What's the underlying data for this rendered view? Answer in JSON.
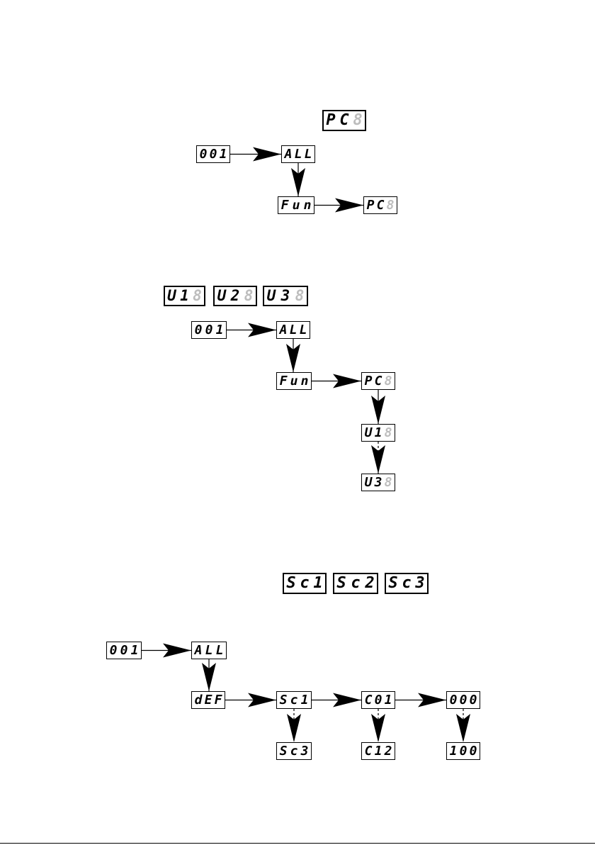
{
  "displays": [
    {
      "id": "s1-legend-pc",
      "big": true,
      "segments": [
        {
          "ch": "P",
          "on": true
        },
        {
          "ch": "C",
          "on": true
        },
        {
          "ch": "8",
          "on": false
        }
      ]
    },
    {
      "id": "s1-addr",
      "segments": [
        {
          "ch": "0",
          "on": true
        },
        {
          "ch": "0",
          "on": true
        },
        {
          "ch": "1",
          "on": true
        }
      ]
    },
    {
      "id": "s1-all",
      "segments": [
        {
          "ch": "A",
          "on": true
        },
        {
          "ch": "L",
          "on": true
        },
        {
          "ch": "L",
          "on": true
        }
      ]
    },
    {
      "id": "s1-fun",
      "segments": [
        {
          "ch": "F",
          "on": true
        },
        {
          "ch": "u",
          "on": true
        },
        {
          "ch": "n",
          "on": true
        }
      ]
    },
    {
      "id": "s1-pc",
      "segments": [
        {
          "ch": "P",
          "on": true
        },
        {
          "ch": "C",
          "on": true
        },
        {
          "ch": "8",
          "on": false
        }
      ]
    },
    {
      "id": "s2-legend-u1",
      "big": true,
      "segments": [
        {
          "ch": "U",
          "on": true
        },
        {
          "ch": "1",
          "on": true
        },
        {
          "ch": "8",
          "on": false
        }
      ]
    },
    {
      "id": "s2-legend-u2",
      "big": true,
      "segments": [
        {
          "ch": "U",
          "on": true
        },
        {
          "ch": "2",
          "on": true
        },
        {
          "ch": "8",
          "on": false
        }
      ]
    },
    {
      "id": "s2-legend-u3",
      "big": true,
      "segments": [
        {
          "ch": "U",
          "on": true
        },
        {
          "ch": "3",
          "on": true
        },
        {
          "ch": "8",
          "on": false
        }
      ]
    },
    {
      "id": "s2-addr",
      "segments": [
        {
          "ch": "0",
          "on": true
        },
        {
          "ch": "0",
          "on": true
        },
        {
          "ch": "1",
          "on": true
        }
      ]
    },
    {
      "id": "s2-all",
      "segments": [
        {
          "ch": "A",
          "on": true
        },
        {
          "ch": "L",
          "on": true
        },
        {
          "ch": "L",
          "on": true
        }
      ]
    },
    {
      "id": "s2-fun",
      "segments": [
        {
          "ch": "F",
          "on": true
        },
        {
          "ch": "u",
          "on": true
        },
        {
          "ch": "n",
          "on": true
        }
      ]
    },
    {
      "id": "s2-pc",
      "segments": [
        {
          "ch": "P",
          "on": true
        },
        {
          "ch": "C",
          "on": true
        },
        {
          "ch": "8",
          "on": false
        }
      ]
    },
    {
      "id": "s2-u1",
      "segments": [
        {
          "ch": "U",
          "on": true
        },
        {
          "ch": "1",
          "on": true
        },
        {
          "ch": "8",
          "on": false
        }
      ]
    },
    {
      "id": "s2-u3",
      "segments": [
        {
          "ch": "U",
          "on": true
        },
        {
          "ch": "3",
          "on": true
        },
        {
          "ch": "8",
          "on": false
        }
      ]
    },
    {
      "id": "s3-legend-sc1",
      "big": true,
      "segments": [
        {
          "ch": "S",
          "on": true
        },
        {
          "ch": "c",
          "on": true
        },
        {
          "ch": "1",
          "on": true
        }
      ]
    },
    {
      "id": "s3-legend-sc2",
      "big": true,
      "segments": [
        {
          "ch": "S",
          "on": true
        },
        {
          "ch": "c",
          "on": true
        },
        {
          "ch": "2",
          "on": true
        }
      ]
    },
    {
      "id": "s3-legend-sc3",
      "big": true,
      "segments": [
        {
          "ch": "S",
          "on": true
        },
        {
          "ch": "c",
          "on": true
        },
        {
          "ch": "3",
          "on": true
        }
      ]
    },
    {
      "id": "s3-addr",
      "segments": [
        {
          "ch": "0",
          "on": true
        },
        {
          "ch": "0",
          "on": true
        },
        {
          "ch": "1",
          "on": true
        }
      ]
    },
    {
      "id": "s3-all",
      "segments": [
        {
          "ch": "A",
          "on": true
        },
        {
          "ch": "L",
          "on": true
        },
        {
          "ch": "L",
          "on": true
        }
      ]
    },
    {
      "id": "s3-def",
      "segments": [
        {
          "ch": "d",
          "on": true
        },
        {
          "ch": "E",
          "on": true
        },
        {
          "ch": "F",
          "on": true
        }
      ]
    },
    {
      "id": "s3-sc1",
      "segments": [
        {
          "ch": "S",
          "on": true
        },
        {
          "ch": "c",
          "on": true
        },
        {
          "ch": "1",
          "on": true
        }
      ]
    },
    {
      "id": "s3-sc3",
      "segments": [
        {
          "ch": "S",
          "on": true
        },
        {
          "ch": "c",
          "on": true
        },
        {
          "ch": "3",
          "on": true
        }
      ]
    },
    {
      "id": "s3-c01",
      "segments": [
        {
          "ch": "C",
          "on": true
        },
        {
          "ch": "0",
          "on": true
        },
        {
          "ch": "1",
          "on": true
        }
      ]
    },
    {
      "id": "s3-c12",
      "segments": [
        {
          "ch": "C",
          "on": true
        },
        {
          "ch": "1",
          "on": true
        },
        {
          "ch": "2",
          "on": true
        }
      ]
    },
    {
      "id": "s3-000",
      "segments": [
        {
          "ch": "0",
          "on": true
        },
        {
          "ch": "0",
          "on": true
        },
        {
          "ch": "0",
          "on": true
        }
      ]
    },
    {
      "id": "s3-100",
      "segments": [
        {
          "ch": "1",
          "on": true
        },
        {
          "ch": "0",
          "on": true
        },
        {
          "ch": "0",
          "on": true
        }
      ]
    }
  ],
  "connectors": [
    {
      "from": "s1-addr",
      "to": "s1-all",
      "style": "solid"
    },
    {
      "from": "s1-all",
      "to": "s1-fun",
      "style": "solid"
    },
    {
      "from": "s1-fun",
      "to": "s1-pc",
      "style": "solid"
    },
    {
      "from": "s2-addr",
      "to": "s2-all",
      "style": "solid"
    },
    {
      "from": "s2-all",
      "to": "s2-fun",
      "style": "solid"
    },
    {
      "from": "s2-fun",
      "to": "s2-pc",
      "style": "solid"
    },
    {
      "from": "s2-pc",
      "to": "s2-u1",
      "style": "solid"
    },
    {
      "from": "s2-u1",
      "to": "s2-u3",
      "style": "dashed"
    },
    {
      "from": "s3-addr",
      "to": "s3-all",
      "style": "solid"
    },
    {
      "from": "s3-all",
      "to": "s3-def",
      "style": "solid"
    },
    {
      "from": "s3-def",
      "to": "s3-sc1",
      "style": "solid"
    },
    {
      "from": "s3-sc1",
      "to": "s3-c01",
      "style": "solid"
    },
    {
      "from": "s3-c01",
      "to": "s3-000",
      "style": "solid"
    },
    {
      "from": "s3-sc1",
      "to": "s3-sc3",
      "style": "dashed"
    },
    {
      "from": "s3-c01",
      "to": "s3-c12",
      "style": "dashed"
    },
    {
      "from": "s3-000",
      "to": "s3-100",
      "style": "dashed"
    }
  ],
  "colors": {
    "line": "#000000",
    "segment_on": "#000000",
    "segment_off": "#bdbdbd",
    "background": "#ffffff"
  }
}
